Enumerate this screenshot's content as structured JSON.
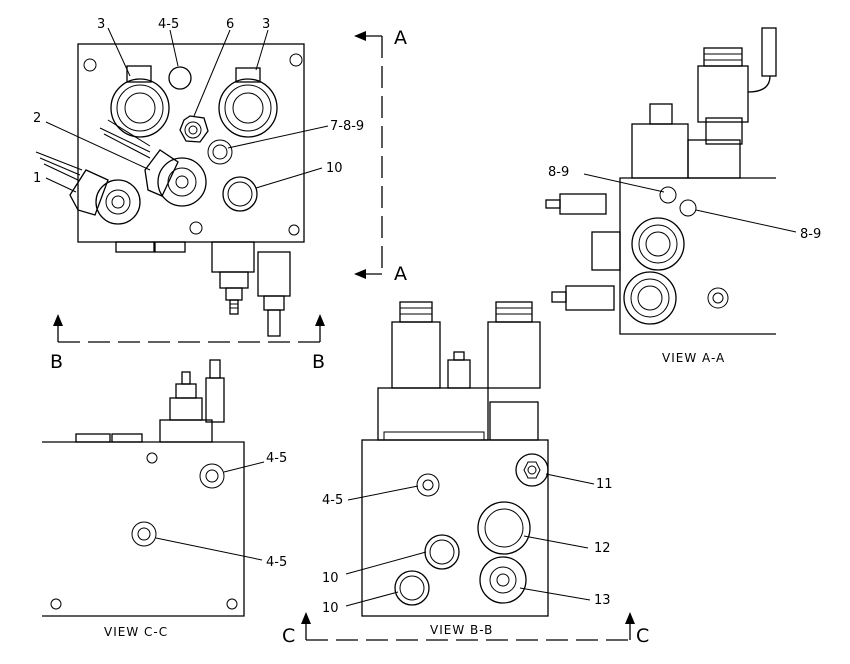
{
  "top_view": {
    "callouts": [
      "3",
      "4-5",
      "6",
      "3",
      "2",
      "7-8-9",
      "1",
      "10"
    ],
    "section_a": "A",
    "section_b": "B"
  },
  "view_aa": {
    "title": "VIEW  A-A",
    "callouts": [
      "8-9",
      "8-9"
    ]
  },
  "view_bb": {
    "title": "VIEW  B-B",
    "callouts": [
      "4-5",
      "11",
      "12",
      "10",
      "10",
      "13"
    ],
    "section_c": "C"
  },
  "view_cc": {
    "title": "VIEW  C-C",
    "callouts": [
      "4-5",
      "4-5"
    ]
  }
}
